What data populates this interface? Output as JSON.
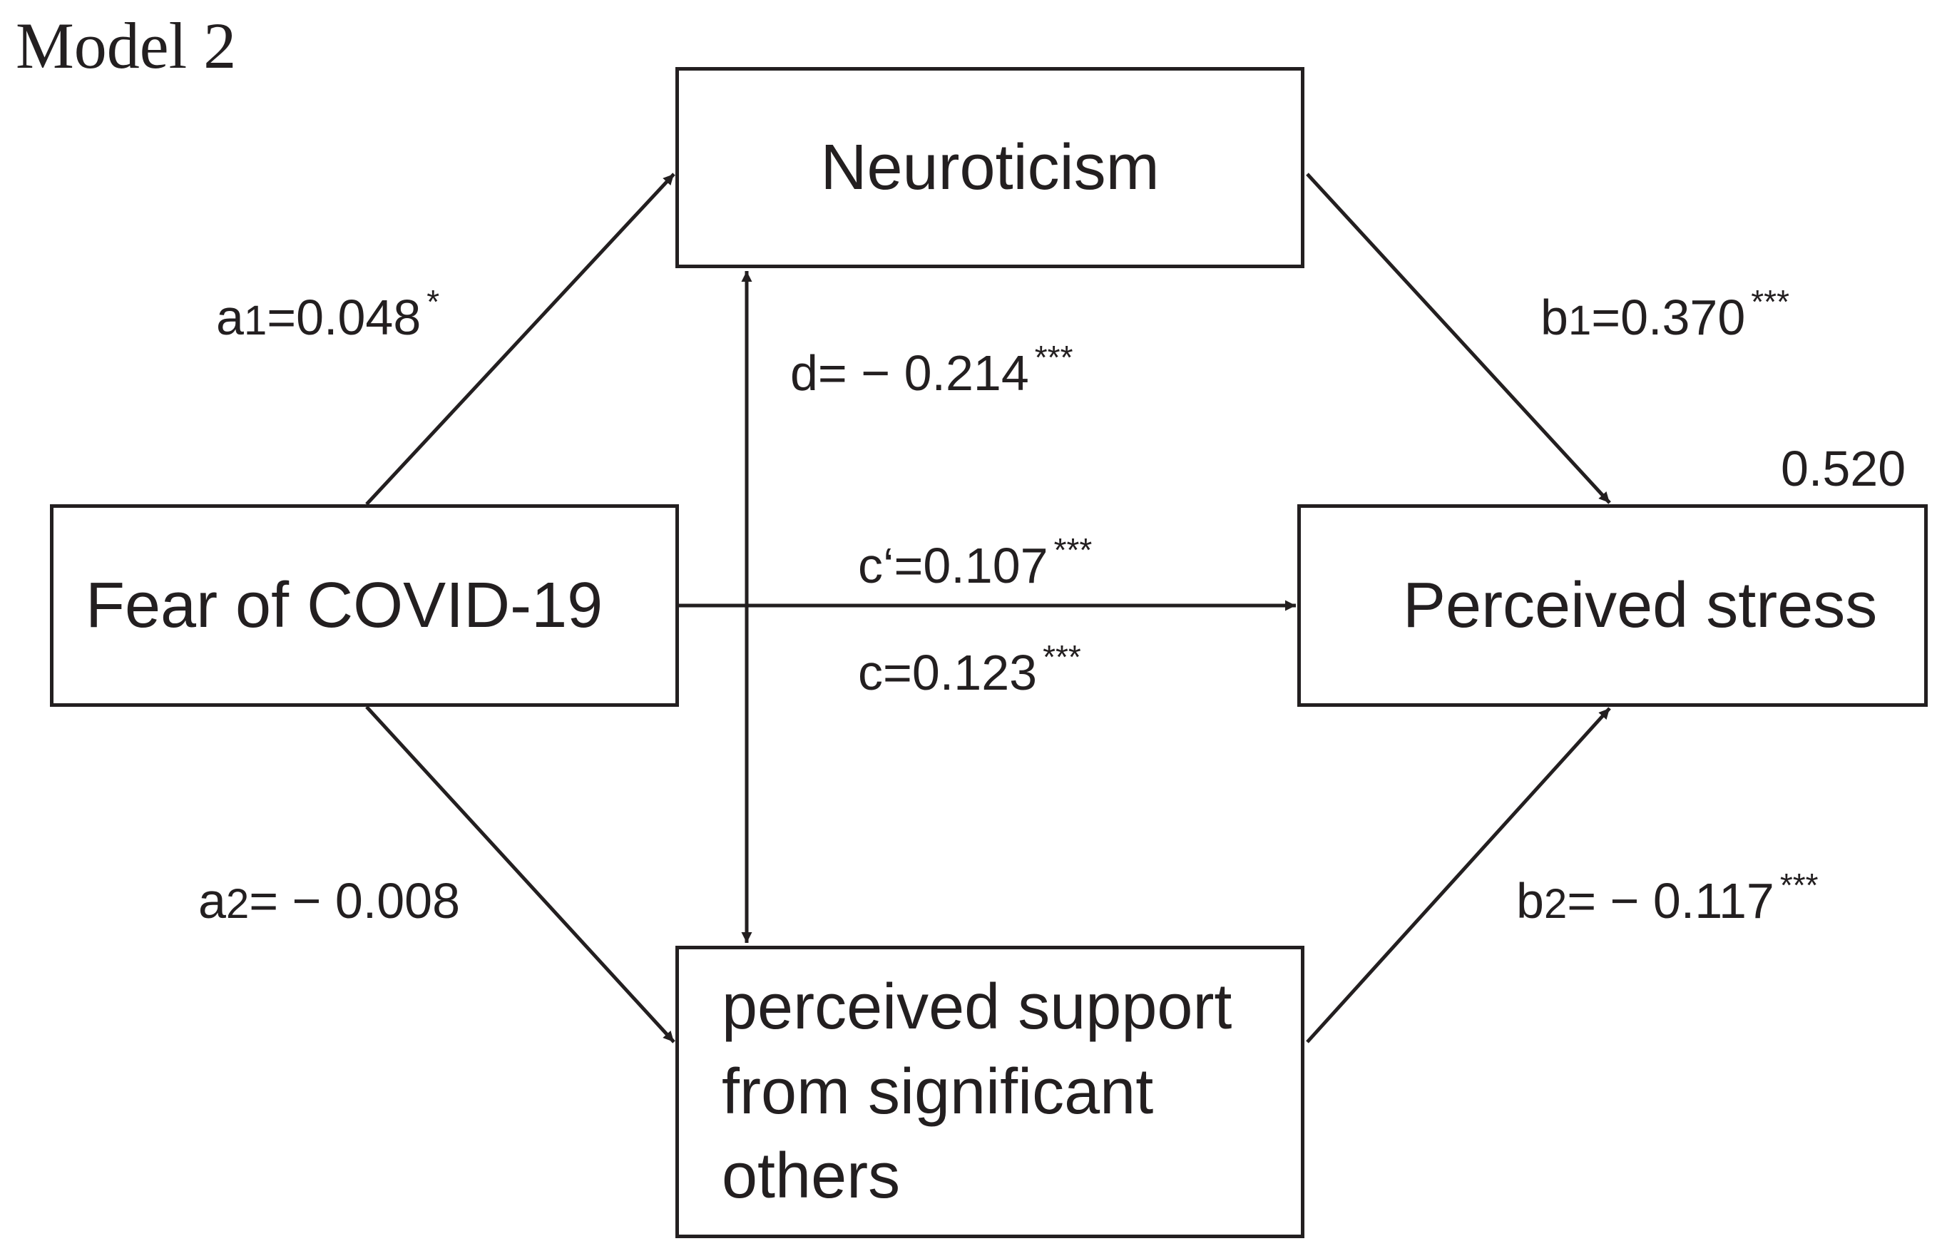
{
  "title": "Model 2",
  "nodes": {
    "neuroticism": "Neuroticism",
    "fear": "Fear of COVID-19",
    "stress": "Perceived stress",
    "support": "perceived support from significant others"
  },
  "paths": {
    "a1": {
      "prefix": "a",
      "index": "1",
      "value": "=0.048",
      "sig": "*"
    },
    "a2": {
      "prefix": "a",
      "index": "2",
      "value": "= − 0.008",
      "sig": ""
    },
    "b1": {
      "prefix": "b",
      "index": "1",
      "value": "=0.370",
      "sig": "***"
    },
    "b2": {
      "prefix": "b",
      "index": "2",
      "value": "= − 0.117",
      "sig": "***"
    },
    "d": {
      "text": "d= − 0.214",
      "sig": "***"
    },
    "c_prime": {
      "text": "c‘=0.107",
      "sig": "***"
    },
    "c": {
      "text": "c=0.123",
      "sig": "***"
    }
  },
  "r_squared": "0.520",
  "colors": {
    "ink": "#231f20",
    "background": "#ffffff"
  }
}
